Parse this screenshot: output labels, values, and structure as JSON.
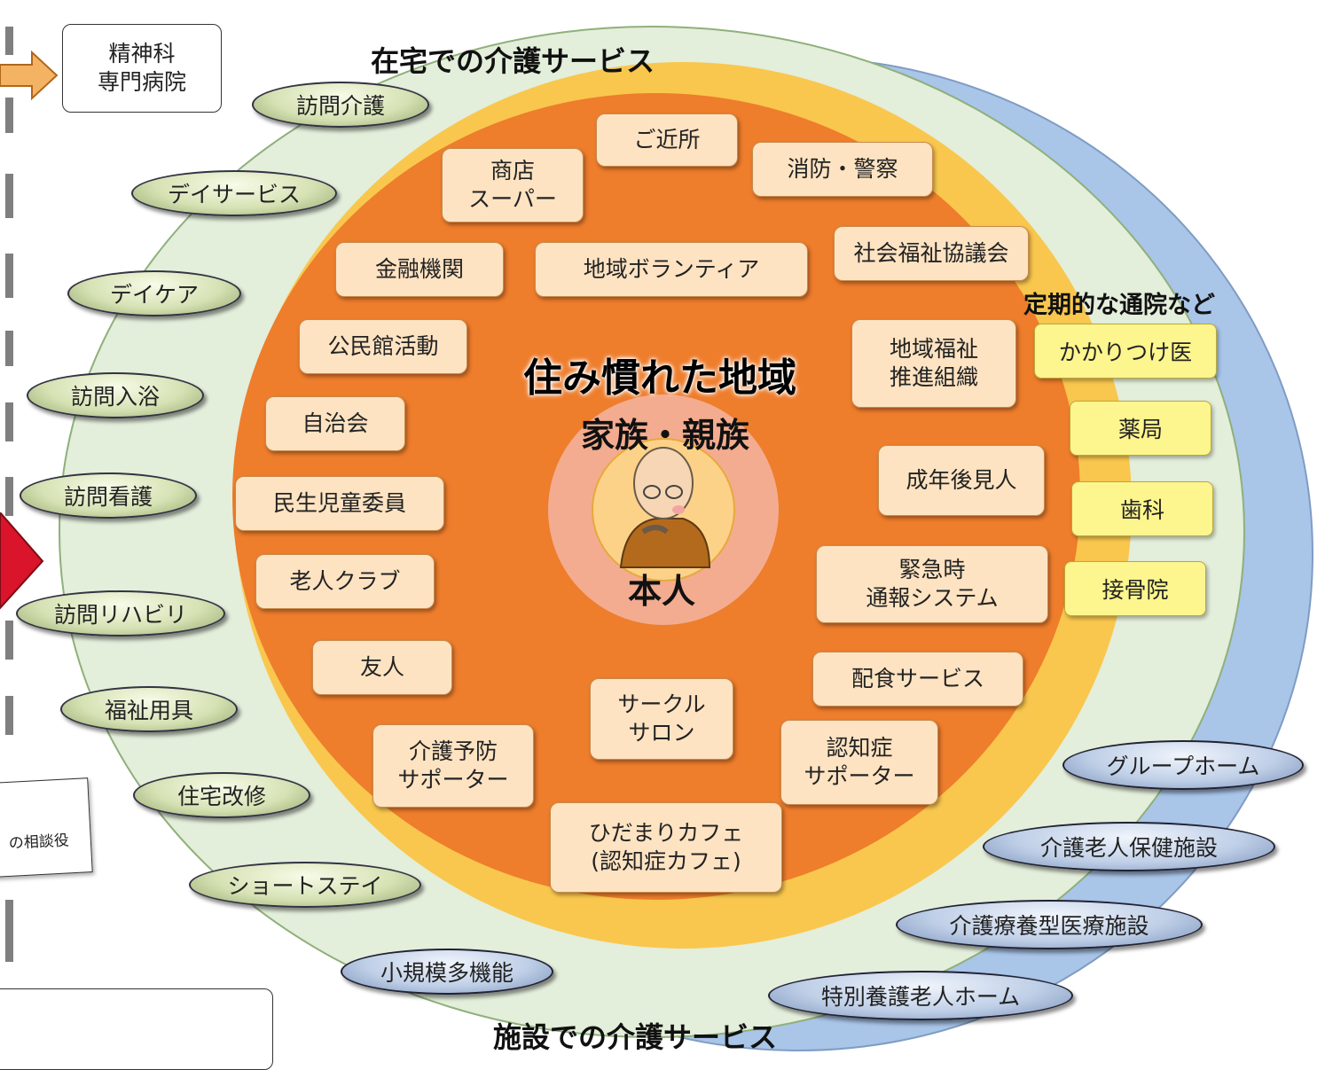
{
  "colors": {
    "outer_green": "#e3eedb",
    "outer_blue": "#a9c5e8",
    "yellow_ring": "#f9c74d",
    "orange_core": "#ee7d2c",
    "label_box": "#fde3c2",
    "clinic_box": "#fdf58e"
  },
  "headings": {
    "home_care": "在宅での介護サービス",
    "facility_care": "施設での介護サービス",
    "regular_visits": "定期的な通院など",
    "community": "住み慣れた地域",
    "family": "家族・親族",
    "self": "本人"
  },
  "hospital": "精神科\n専門病院",
  "partial_note": "の相談役",
  "home_services": [
    "訪問介護",
    "デイサービス",
    "デイケア",
    "訪問入浴",
    "訪問看護",
    "訪問リハビリ",
    "福祉用具",
    "住宅改修",
    "ショートステイ",
    "小規模多機能"
  ],
  "facility_services": [
    "グループホーム",
    "介護老人保健施設",
    "介護療養型医療施設",
    "特別養護老人ホーム"
  ],
  "clinics": [
    "かかりつけ医",
    "薬局",
    "歯科",
    "接骨院"
  ],
  "community": [
    "ご近所",
    "商店\nスーパー",
    "消防・警察",
    "社会福祉協議会",
    "金融機関",
    "地域ボランティア",
    "公民館活動",
    "地域福祉\n推進組織",
    "自治会",
    "民生児童委員",
    "成年後見人",
    "老人クラブ",
    "緊急時\n通報システム",
    "友人",
    "配食サービス",
    "サークル\nサロン",
    "介護予防\nサポーター",
    "認知症\nサポーター",
    "ひだまりカフェ\n(認知症カフェ)"
  ],
  "icons": {
    "arrow_right": "arrow-right-icon",
    "diamond_arrow": "diamond-arrow-icon",
    "elder_person": "elderly-person-icon"
  }
}
